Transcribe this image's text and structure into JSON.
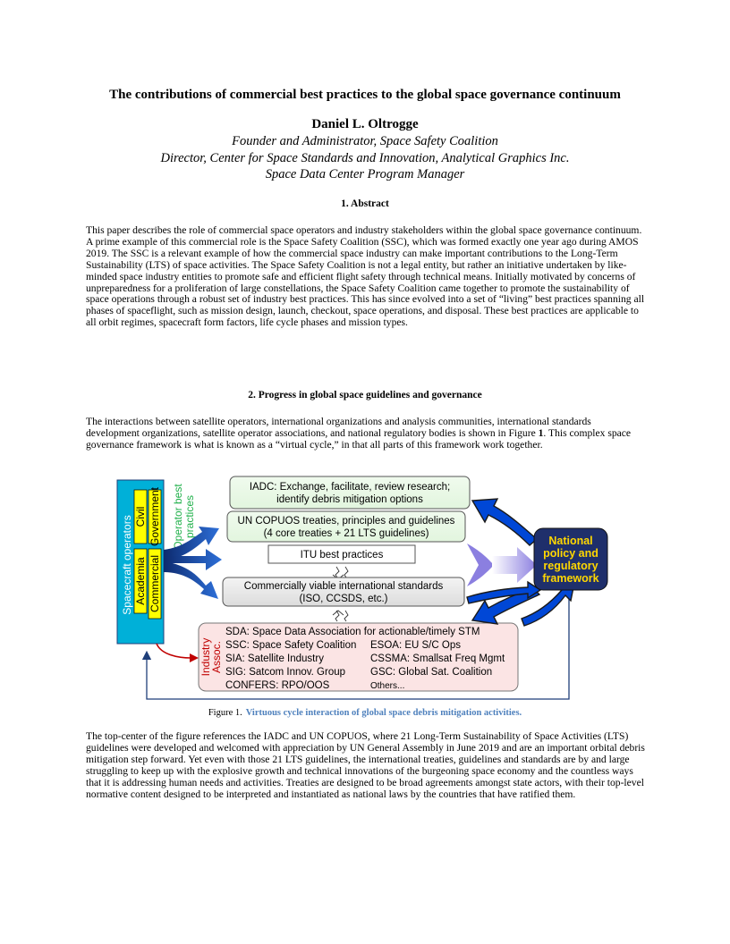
{
  "title": "The contributions of commercial best practices to the global space governance continuum",
  "author": "Daniel L. Oltrogge",
  "affiliations": [
    "Founder and Administrator, Space Safety Coalition",
    "Director, Center for Space Standards and Innovation, Analytical Graphics Inc.",
    "Space Data Center Program Manager"
  ],
  "section1_heading": "1.    Abstract",
  "abstract": "This paper describes the role of commercial space operators and industry stakeholders within the global space governance continuum.  A prime example of this commercial role is the Space Safety Coalition (SSC), which was formed exactly one year ago during AMOS 2019.  The SSC is a relevant example of how the commercial space industry can make important contributions to the Long-Term Sustainability (LTS) of space activities.  The Space Safety Coalition is not a legal entity, but rather an initiative undertaken by like-minded space industry entities to promote safe and efficient flight safety through technical means.  Initially motivated by concerns of unpreparedness for a proliferation of large constellations, the Space Safety Coalition came together to promote the sustainability of space operations through a robust set of industry best practices.  This has since evolved into a set of “living” best practices spanning all phases of spaceflight, such as mission design, launch, checkout, space operations, and disposal.  These best practices are applicable to all orbit regimes, spacecraft form factors, life cycle phases and mission types.",
  "section2_heading": "2.    Progress in global space guidelines and governance",
  "intro_paragraph": {
    "before": "The interactions between satellite operators, international organizations and analysis communities, international standards development organizations, satellite operator associations, and national regulatory bodies is shown in Figure ",
    "figref": "1",
    "after": ".  This complex space governance framework is what is known as a “virtual cycle,” in that all parts of this framework work together."
  },
  "figure": {
    "operators_title": "Spacecraft operators",
    "academia": "Academia",
    "civil": "Civil",
    "commercial": "Commercial",
    "government": "Government",
    "best_practices_line1": "Operator best",
    "best_practices_line2": "practices",
    "iadc_line1": "IADC: Exchange, facilitate, review research;",
    "iadc_line2": "identify debris mitigation options",
    "copuos_line1": "UN COPUOS treaties, principles and guidelines",
    "copuos_line2": "(4 core treaties + 21 LTS guidelines)",
    "itu": "ITU best practices",
    "standards_line1": "Commercially viable international standards",
    "standards_line2": "(ISO, CCSDS, etc.)",
    "industry_line1": "Industry",
    "industry_line2": "Assoc.",
    "assoc_left": [
      "SDA: Space Data Association for actionable/timely STM",
      "SSC: Space Safety Coalition",
      "SIA: Satellite Industry",
      "SIG: Satcom Innov. Group",
      "CONFERS: RPO/OOS"
    ],
    "assoc_right": [
      "ESOA: EU S/C Ops",
      "CSSMA: Smallsat Freq Mgmt",
      "GSC: Global Sat. Coalition",
      "Others..."
    ],
    "national_line1": "National",
    "national_line2": "policy and",
    "national_line3": "regulatory",
    "national_line4": "framework",
    "colors": {
      "operators_fill": "#00b0d8",
      "segment_fill": "#ffff00",
      "best_practices_text": "#22b14c",
      "national_fill": "#1f2f6b",
      "national_text": "#ffd700",
      "arrow_blue": "#1f4e9a",
      "industry_text": "#c00000"
    }
  },
  "caption_label": "Figure 1.",
  "caption_text": "Virtuous cycle interaction of global space debris mitigation activities.",
  "body_paragraph": "The top-center of the figure references the IADC and UN COPUOS, where 21 Long-Term Sustainability of Space Activities (LTS) guidelines were developed and welcomed with appreciation by UN General Assembly in June 2019 and are an important orbital debris mitigation step forward.  Yet even with those 21 LTS guidelines, the international treaties, guidelines and standards are by and large struggling to keep up with the explosive growth and technical innovations of the burgeoning space economy and the countless ways that it is addressing human needs and activities.  Treaties are designed to be broad agreements amongst state actors, with their top-level normative content designed to be interpreted and instantiated as national laws by the countries that have ratified them."
}
